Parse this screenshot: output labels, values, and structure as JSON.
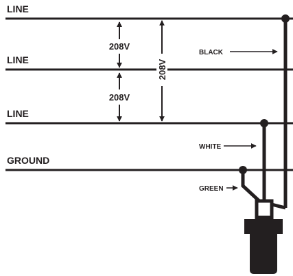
{
  "conductors": {
    "line1": "LINE",
    "line2": "LINE",
    "line3": "LINE",
    "ground": "GROUND"
  },
  "voltages": {
    "upper": "208V",
    "lower": "208V",
    "across": "208V"
  },
  "wires": {
    "black": "BLACK",
    "white": "WHITE",
    "green": "GREEN"
  },
  "colors": {
    "ink": "#231f20",
    "background": "#ffffff"
  }
}
